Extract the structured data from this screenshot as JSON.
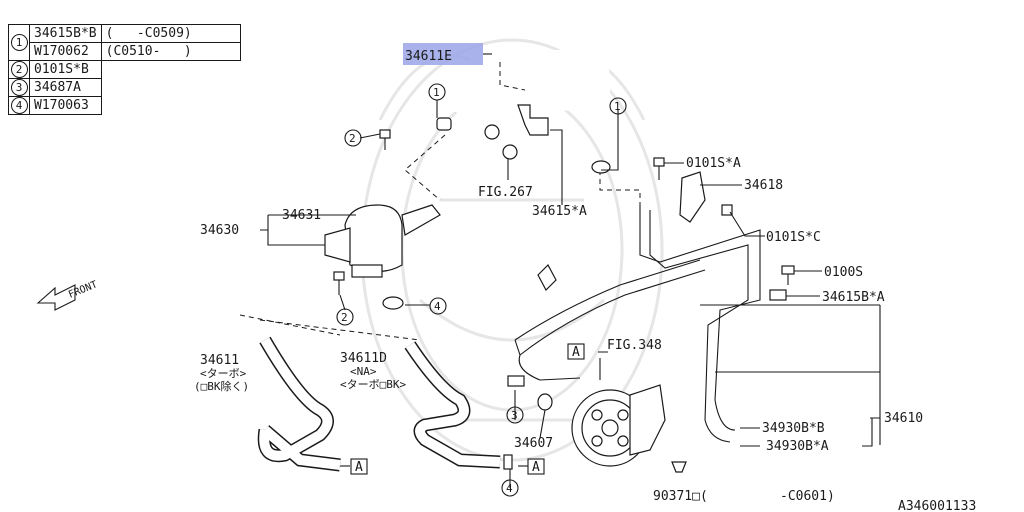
{
  "legend": {
    "rows": [
      {
        "num": "1",
        "part": "34615B*B",
        "range": "(   -C0509)"
      },
      {
        "num": "",
        "part": "W170062",
        "range": "(C0510-   )"
      },
      {
        "num": "2",
        "part": "0101S*B",
        "range": ""
      },
      {
        "num": "3",
        "part": "34687A",
        "range": ""
      },
      {
        "num": "4",
        "part": "W170063",
        "range": ""
      }
    ]
  },
  "labels": {
    "highlighted": "34611E",
    "fig267": "FIG.267",
    "p34615A": "34615*A",
    "p0101SA": "0101S*A",
    "p34618": "34618",
    "p0101SC": "0101S*C",
    "p0100S": "0100S",
    "p34615BA": "34615B*A",
    "p34631": "34631",
    "p34630": "34630",
    "front": "FRONT",
    "p34611": "34611",
    "p34611_note1": "<ターボ>",
    "p34611_note2": "(□BK除く)",
    "p34611D": "34611D",
    "p34611D_note1": "<NA>",
    "p34611D_note2": "<ターボ□BK>",
    "fig348": "FIG.348",
    "refA": "A",
    "p34607": "34607",
    "p34930BB": "34930B*B",
    "p34930BA": "34930B*A",
    "p34610": "34610",
    "p90371": "90371□(",
    "p90371_range": "-C0601)",
    "diagram_id": "A346001133",
    "c1": "1",
    "c2": "2",
    "c3": "3",
    "c4": "4"
  },
  "colors": {
    "highlight": "#9aa5e6",
    "line": "#1a1a1a",
    "watermark": "#e6e6e6"
  }
}
